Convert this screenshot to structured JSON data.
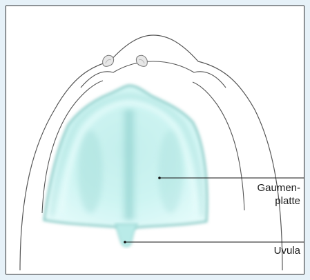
{
  "labels": {
    "palate_line1": "Gaumen-",
    "palate_line2": "platte",
    "uvula": "Uvula"
  },
  "colors": {
    "background": "#e6f1f8",
    "palate_light": "#d7f7f6",
    "palate_mid": "#a9e2df",
    "palate_shade": "#79c2bf",
    "outline": "#555555",
    "leader": "#111111"
  }
}
